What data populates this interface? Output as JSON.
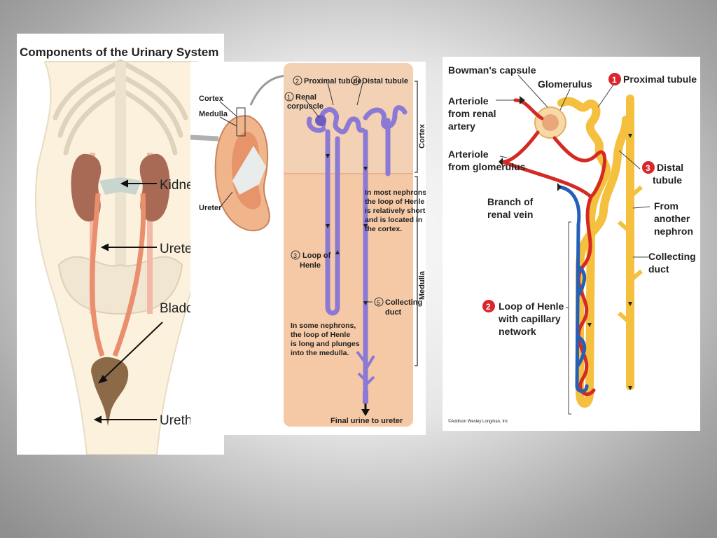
{
  "slide": {
    "panel1": {
      "title": "Components of the Urinary System",
      "labels": {
        "kidney": "Kidney",
        "ureter": "Ureter",
        "bladder": "Bladder",
        "urethra": "Urethra"
      }
    },
    "panel2": {
      "inset": {
        "cortex": "Cortex",
        "medulla": "Medulla",
        "ureter": "Ureter"
      },
      "num1": "1",
      "num2": "2",
      "num3": "3",
      "num4": "4",
      "num5": "5",
      "proximal_tubule": "Proximal tubule",
      "distal_tubule": "Distal tubule",
      "renal_corpuscle_l1": "Renal",
      "renal_corpuscle_l2": "corpuscle",
      "side_cortex": "Cortex",
      "side_medulla": "Medulla",
      "note_short_l1": "In most nephrons,",
      "note_short_l2": "the loop of Henle",
      "note_short_l3": "is relatively short",
      "note_short_l4": "and is located in",
      "note_short_l5": "the cortex.",
      "loop_l1": "Loop of",
      "loop_l2": "Henle",
      "collecting_l1": "Collecting",
      "collecting_l2": "duct",
      "note_long_l1": "In some nephrons,",
      "note_long_l2": "the loop of Henle",
      "note_long_l3": "is long and plunges",
      "note_long_l4": "into the medulla.",
      "final_urine": "Final urine to ureter"
    },
    "panel3": {
      "bowmans_capsule": "Bowman's capsule",
      "glomerulus": "Glomerulus",
      "badge1": "1",
      "badge2": "2",
      "badge3": "3",
      "proximal_tubule": "Proximal tubule",
      "arteriole_from_artery_l1": "Arteriole",
      "arteriole_from_artery_l2": "from renal",
      "arteriole_from_artery_l3": "artery",
      "arteriole_from_glom_l1": "Arteriole",
      "arteriole_from_glom_l2": "from glomerulus",
      "distal_l1": "Distal",
      "distal_l2": "tubule",
      "branch_l1": "Branch of",
      "branch_l2": "renal vein",
      "from_another_l1": "From",
      "from_another_l2": "another",
      "from_another_l3": "nephron",
      "collecting_l1": "Collecting",
      "collecting_l2": "duct",
      "loop_l1": "Loop of Henle",
      "loop_l2": "with capillary",
      "loop_l3": "network",
      "copyright": "©Addison Wesley Longman, Inc"
    },
    "colors": {
      "red": "#d42a24",
      "blue": "#2560b8",
      "tubule": "#f6c43f",
      "nephron_purple": "#8f7fd6",
      "tissue": "#f4c9a6",
      "badge_red": "#d9262b"
    }
  }
}
